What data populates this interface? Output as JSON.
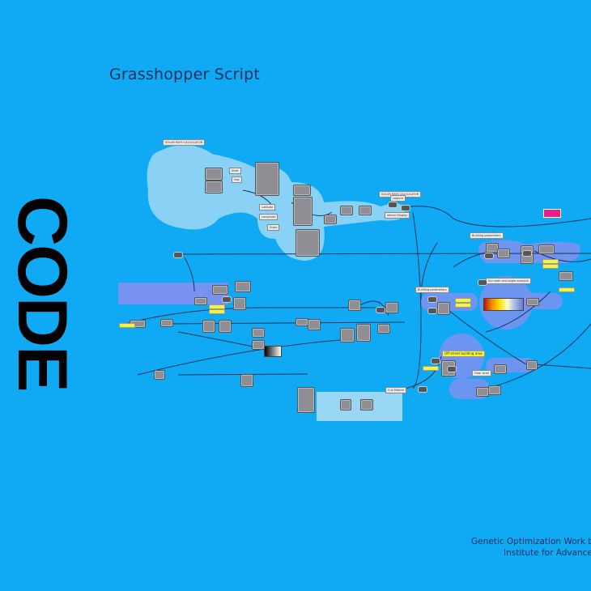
{
  "slide": {
    "title": "Grasshopper Script",
    "side_heading": "CODE",
    "credit_line1": "Genetic Optimization Work by Je",
    "credit_line2": "Institute for Advanced A"
  },
  "canvas": {
    "groups": {
      "solar_rays_calculator": "SOLAR RAYS CALCULATOR",
      "solar_rays_calculator_2": "SOLAR RAYS CALCULATOR",
      "building_parameters": "Building parameters",
      "building_parameters_2": "Building parameters",
      "offstreet_building_area": "Off-street building area",
      "floor_area": "Floor Area",
      "cull_pattern": "Cull Pattern",
      "solar_path": "Sun path and angle analysis"
    },
    "params": {
      "latitude": "Latitude",
      "longitude": "Longitude",
      "scale": "Scale",
      "day": "Day",
      "start": "Start",
      "legend": "Legend",
      "vector_display": "Vector Display"
    },
    "colors": {
      "background": "#10aaf4",
      "group_light": "#a9dcf5",
      "group_purple": "#8a8ef0",
      "node": "#8e8e94",
      "panel_yellow": "#f6f43a",
      "accent_pink": "#ee1b8a"
    }
  }
}
